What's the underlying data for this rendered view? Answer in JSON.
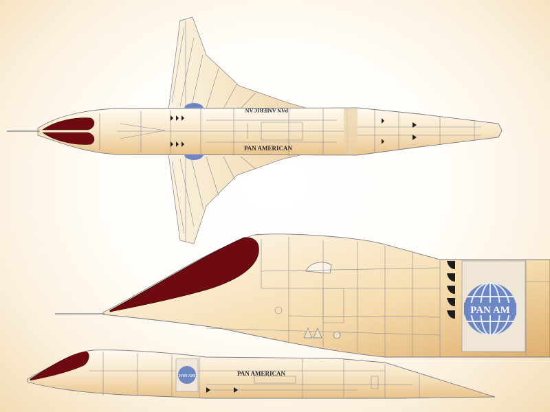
{
  "livery": {
    "top_fuselage_upper": "PAN AMERICAN",
    "top_fuselage_lower": "PAN AMERICAN",
    "side_fuselage": "PAN AMERICAN",
    "logo_large": "PAN AM",
    "logo_small": "PAN AM"
  },
  "colors": {
    "paper": "#fffdf8",
    "hull": "#f6e2bf",
    "hull_shadow": "#e2b677",
    "window_red": "#6e0b10",
    "logo_blue": "#6d87c4",
    "line": "#7a7a86"
  },
  "views": [
    "top-view",
    "side-view-enlarged",
    "side-view-full"
  ]
}
